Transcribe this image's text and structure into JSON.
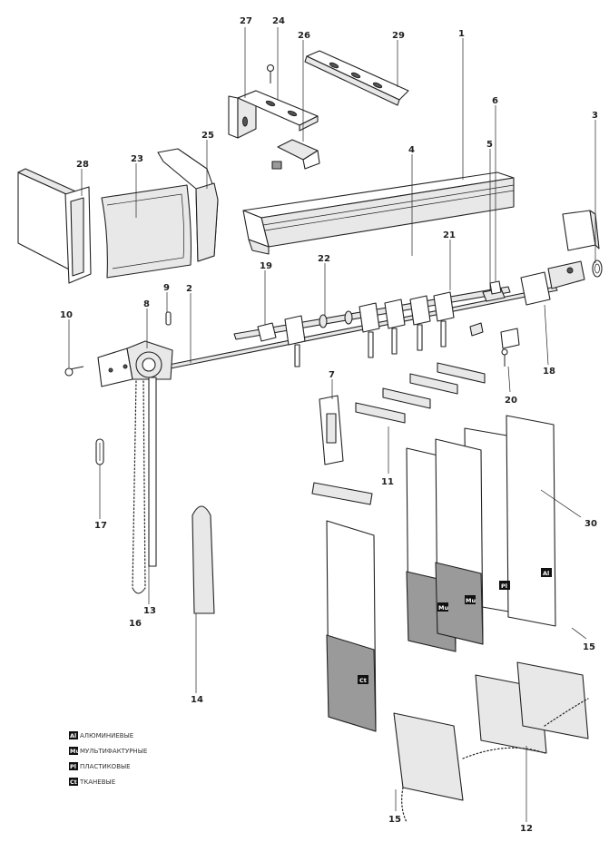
{
  "callouts": {
    "c1": "1",
    "c2": "2",
    "c3": "3",
    "c4": "4",
    "c5": "5",
    "c6": "6",
    "c7": "7",
    "c8": "8",
    "c9": "9",
    "c10": "10",
    "c11": "11",
    "c12": "12",
    "c13": "13",
    "c14": "14",
    "c15a": "15",
    "c15b": "15",
    "c16": "16",
    "c17": "17",
    "c18": "18",
    "c19": "19",
    "c20": "20",
    "c21": "21",
    "c22": "22",
    "c23": "23",
    "c24": "24",
    "c25": "25",
    "c26": "26",
    "c27": "27",
    "c28": "28",
    "c29": "29",
    "c30": "30"
  },
  "slat_badges": {
    "aluminium": "Al",
    "multi": "Mu",
    "plastic": "Pl",
    "fabric": "Ct"
  },
  "legend": {
    "items": [
      {
        "code": "Al",
        "label": "АЛЮМИНИЕВЫЕ"
      },
      {
        "code": "Mu",
        "label": "МУЛЬТИФАКТУРНЫЕ"
      },
      {
        "code": "Pl",
        "label": "ПЛАСТИКОВЫЕ"
      },
      {
        "code": "Ct",
        "label": "ТКАНЕВЫЕ"
      }
    ]
  }
}
